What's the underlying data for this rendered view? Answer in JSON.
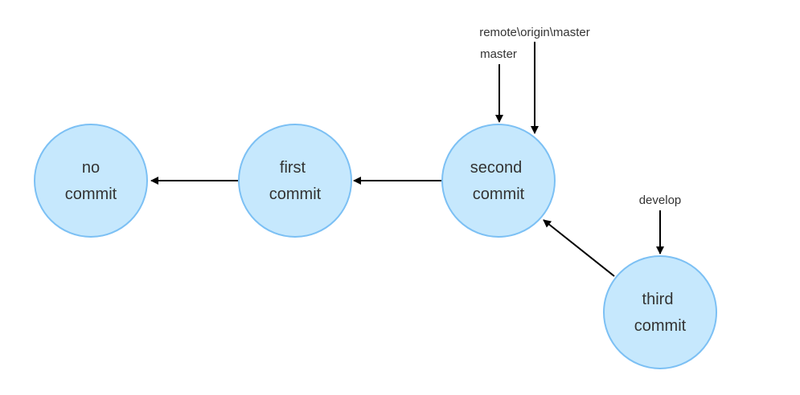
{
  "colors": {
    "node_fill": "#c6e8fd",
    "node_stroke": "#7cc0f4",
    "arrow": "#000000",
    "text": "#333333"
  },
  "commits": [
    {
      "id": "no-commit",
      "line1": "no",
      "line2": "commit"
    },
    {
      "id": "first-commit",
      "line1": "first",
      "line2": "commit"
    },
    {
      "id": "second-commit",
      "line1": "second",
      "line2": "commit"
    },
    {
      "id": "third-commit",
      "line1": "third",
      "line2": "commit"
    }
  ],
  "refs": {
    "remote_master": "remote\\origin\\master",
    "master": "master",
    "develop": "develop"
  }
}
